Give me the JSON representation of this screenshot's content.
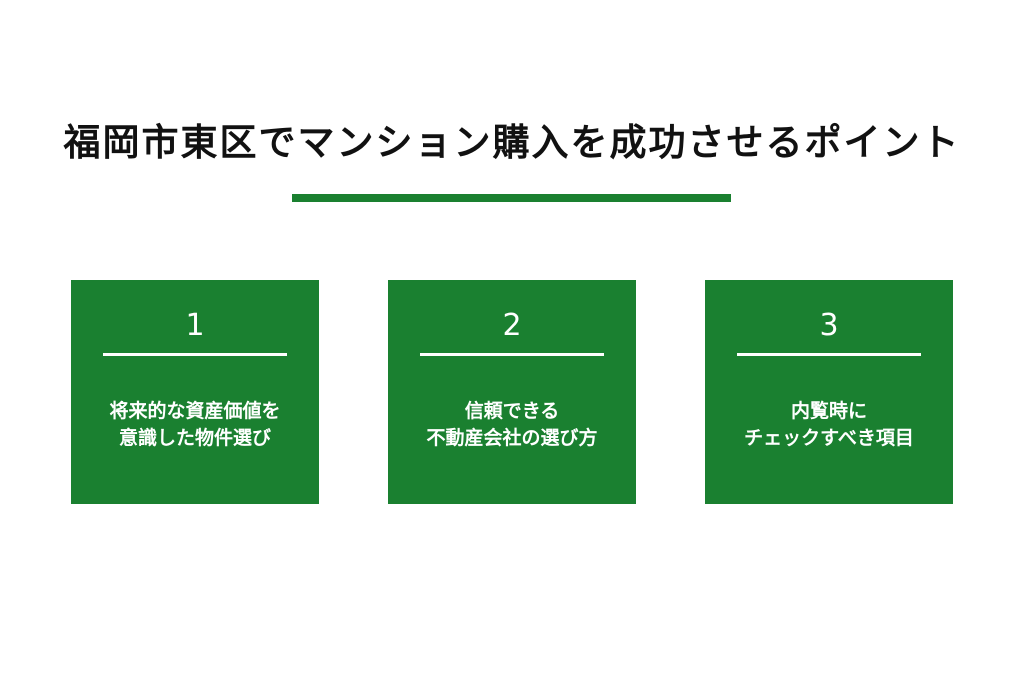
{
  "title": "福岡市東区でマンション購入を成功させるポイント",
  "colors": {
    "accent": "#1a8030",
    "text": "#111111",
    "card_text": "#ffffff",
    "background": "#ffffff"
  },
  "cards": [
    {
      "number": "1",
      "lines": [
        "将来的な資産価値を",
        "意識した物件選び"
      ]
    },
    {
      "number": "2",
      "lines": [
        "信頼できる",
        "不動産会社の選び方"
      ]
    },
    {
      "number": "3",
      "lines": [
        "内覧時に",
        "チェックすべき項目"
      ]
    }
  ]
}
